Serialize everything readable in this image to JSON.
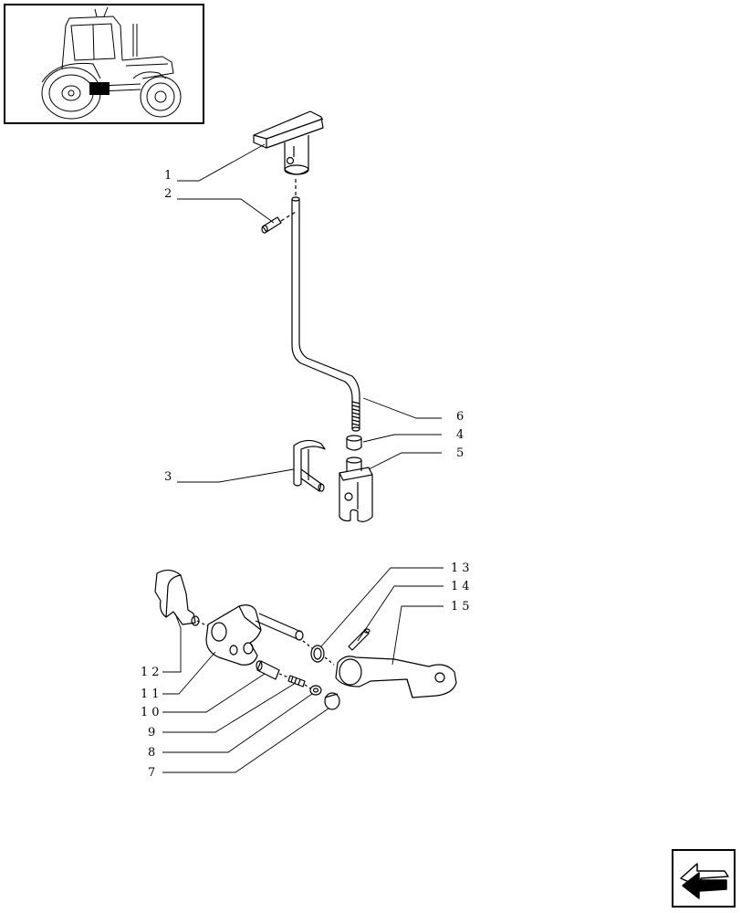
{
  "callouts": [
    "1",
    "2",
    "3",
    "4",
    "5",
    "6",
    "7",
    "8",
    "9",
    "10",
    "11",
    "12",
    "13",
    "14",
    "15"
  ],
  "thumbnail": {
    "icon": "tractor-thumbnail-icon",
    "highlight_color": "#000000"
  },
  "nav": {
    "icon": "back-arrow-icon"
  }
}
